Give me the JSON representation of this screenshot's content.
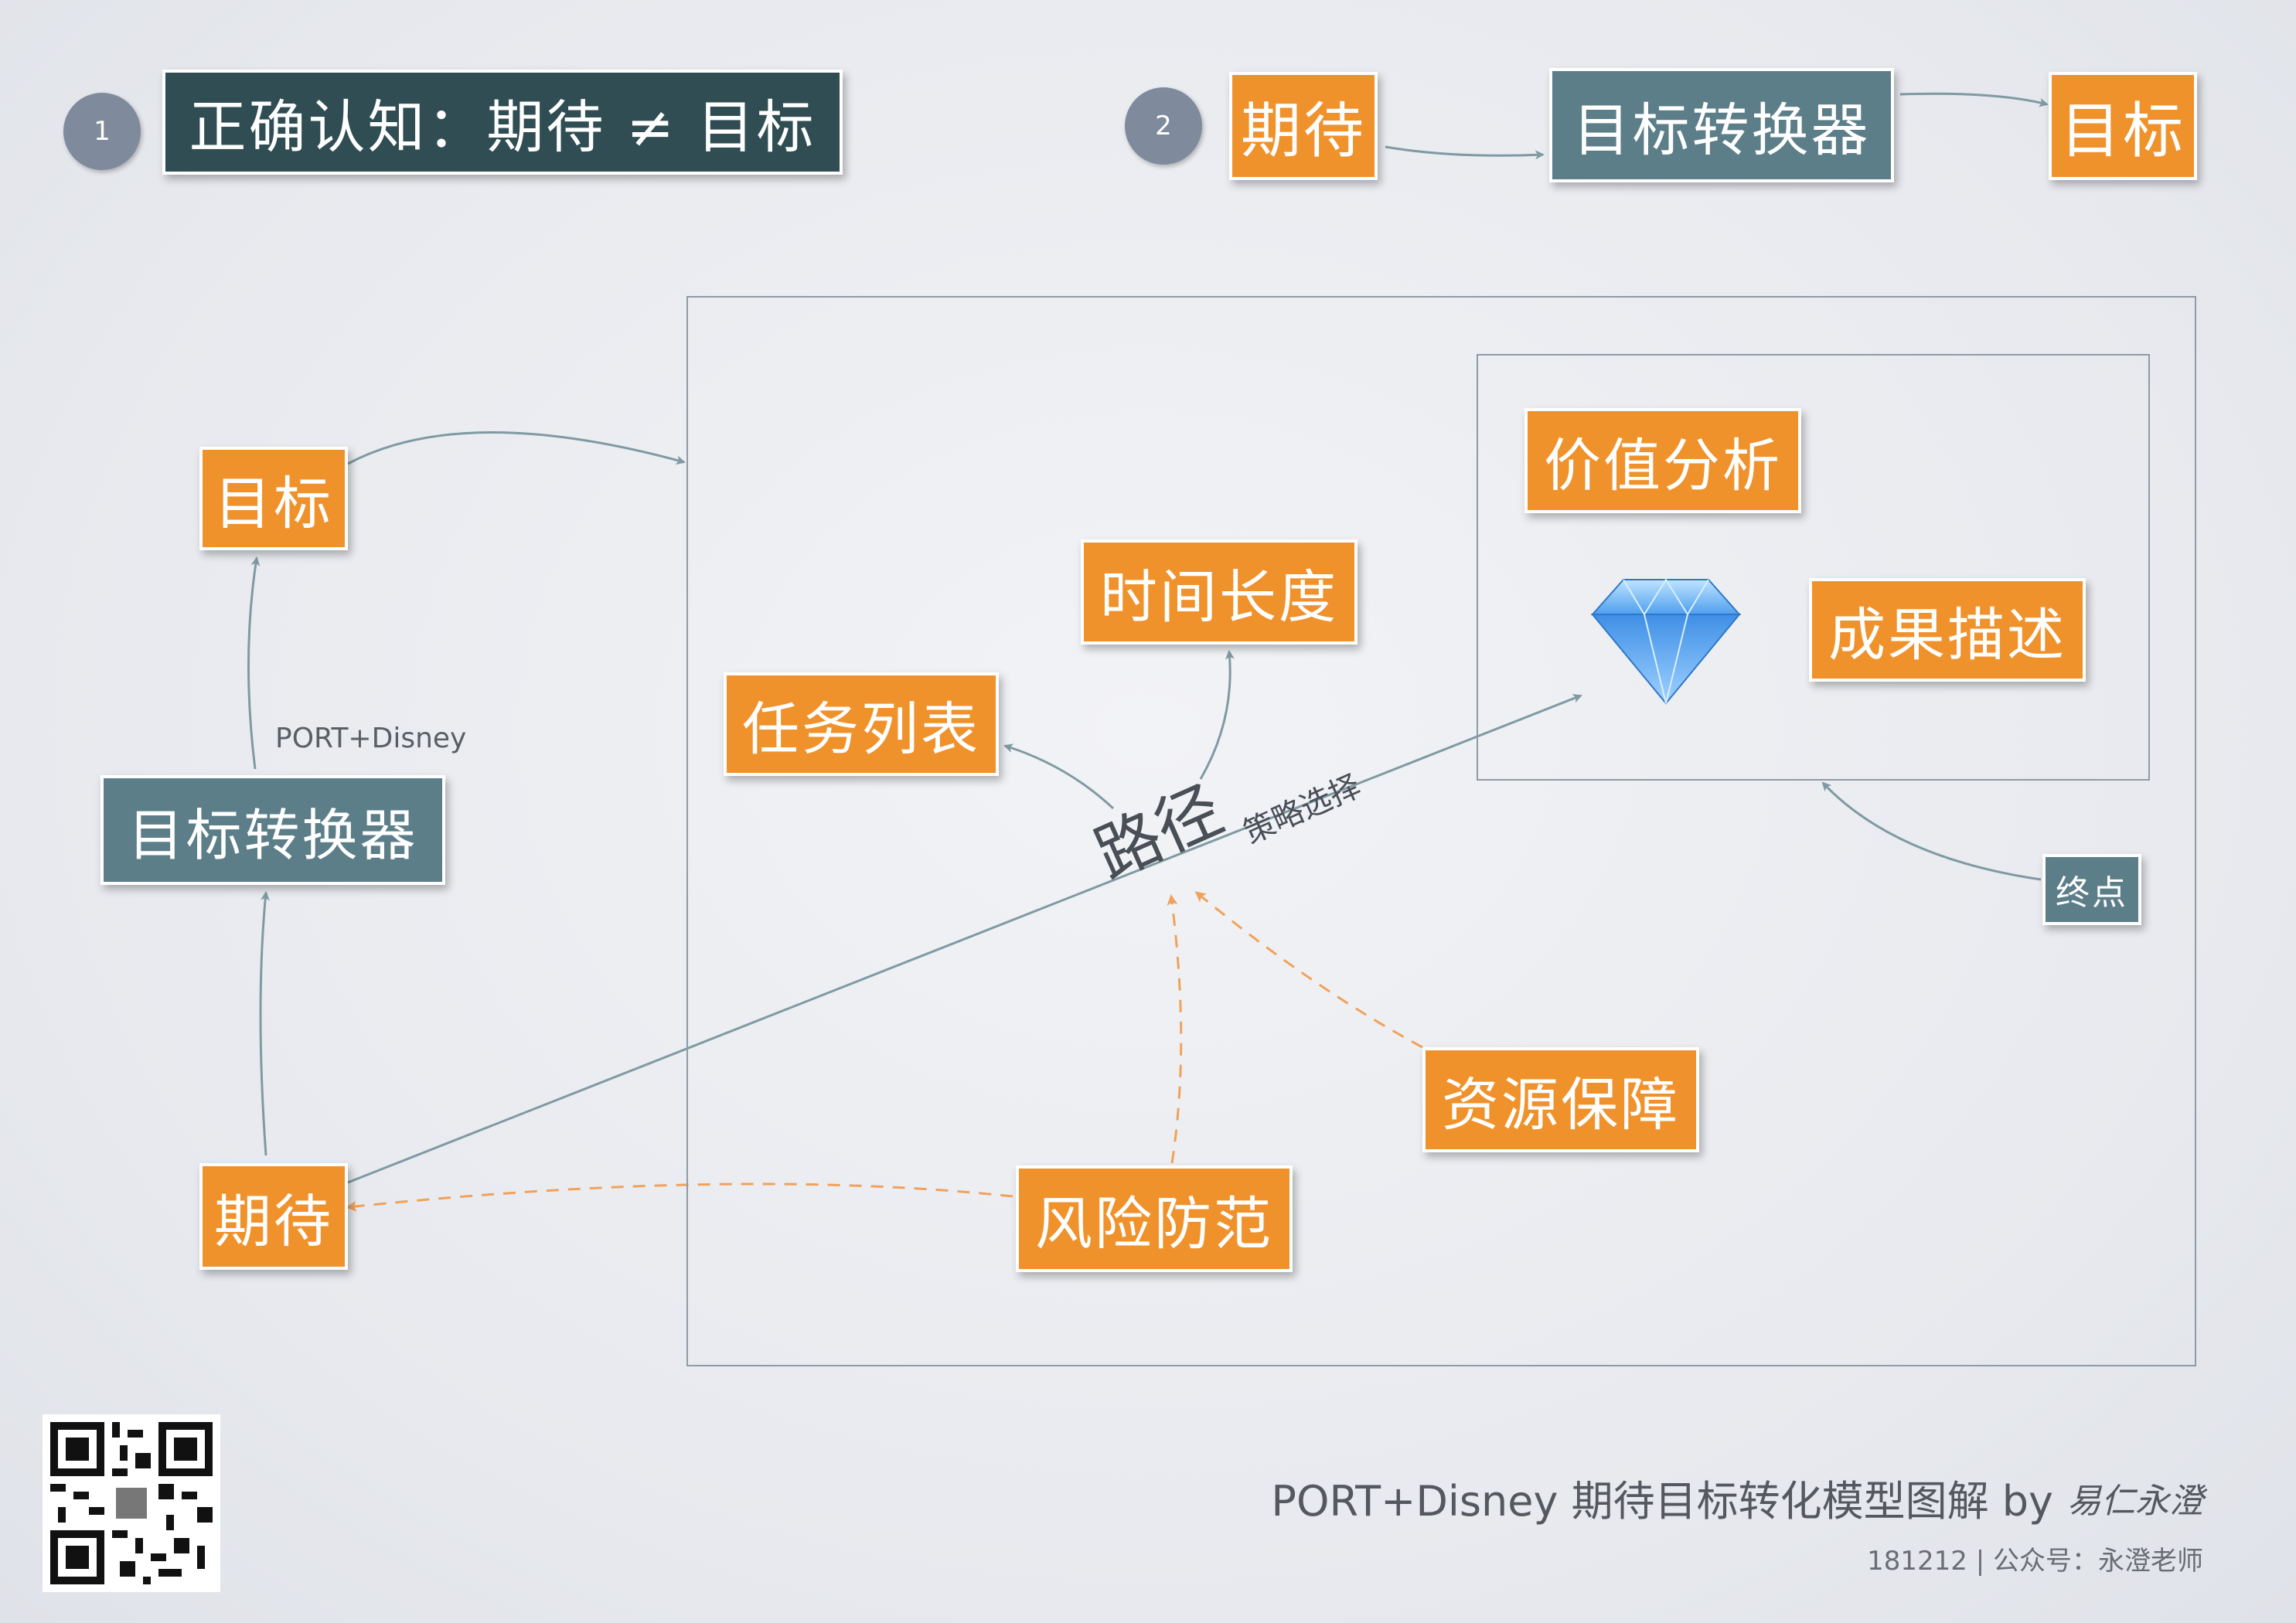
{
  "header": {
    "step1": {
      "number": "1",
      "title": "正确认知：期待 ≠ 目标"
    },
    "step2": {
      "number": "2",
      "expect": "期待",
      "converter": "目标转换器",
      "goal": "目标"
    }
  },
  "left_column": {
    "goal": "目标",
    "port_disney": "PORT+Disney",
    "converter": "目标转换器",
    "expect": "期待"
  },
  "path_area": {
    "path_label": "路径",
    "strategy_label": "策略选择",
    "task_list": "任务列表",
    "time_length": "时间长度",
    "resource": "资源保障",
    "risk": "风险防范"
  },
  "end_area": {
    "value_analysis": "价值分析",
    "result_description": "成果描述",
    "diamond_icon": "gem-icon",
    "endpoint_label": "终点"
  },
  "footer": {
    "title": "PORT+Disney 期待目标转化模型图解 by",
    "signature": "易仁永澄",
    "subtitle": "181212 | 公众号：永澄老师"
  },
  "colors": {
    "orange": "#f0922c",
    "teal": "#5c7e89",
    "dark_teal": "#2f4d52",
    "connector": "#7f9aa3",
    "dashed": "#f0a25a"
  }
}
